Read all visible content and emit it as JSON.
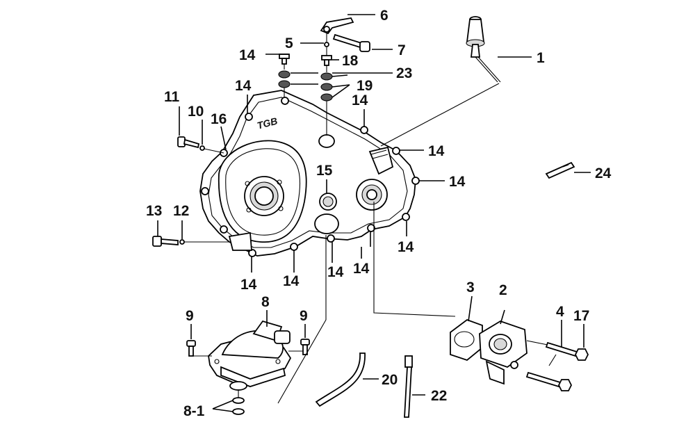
{
  "callouts": {
    "c1": "1",
    "c2": "2",
    "c3": "3",
    "c4": "4",
    "c5": "5",
    "c6": "6",
    "c7": "7",
    "c8": "8",
    "c8_1": "8-1",
    "c9a": "9",
    "c9b": "9",
    "c10": "10",
    "c11": "11",
    "c12": "12",
    "c13": "13",
    "c14a": "14",
    "c14b": "14",
    "c14c": "14",
    "c14d": "14",
    "c14e": "14",
    "c14f": "14",
    "c14g": "14",
    "c14h": "14",
    "c14i": "14",
    "c14j": "14",
    "c15": "15",
    "c16": "16",
    "c17": "17",
    "c18": "18",
    "c19": "19",
    "c20": "20",
    "c22": "22",
    "c23": "23",
    "c24": "24"
  },
  "cover_logo": "TGB"
}
